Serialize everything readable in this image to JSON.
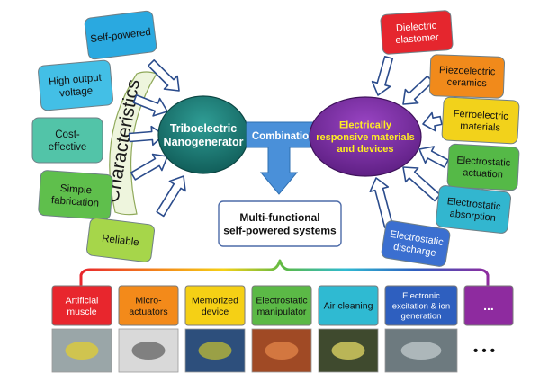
{
  "center_left": {
    "line1": "Triboelectric",
    "line2": "Nanogenerator",
    "fill": "#18736d"
  },
  "center_right": {
    "line1": "Electrically",
    "line2": "responsive materials",
    "line3": "and devices",
    "fill": "#7a2ba3",
    "text_color": "#ffee22"
  },
  "combination": {
    "label": "Combination",
    "fill": "#4a90d9"
  },
  "arc_label": "Characteristics",
  "characteristics": [
    {
      "lines": [
        "Self-powered"
      ],
      "color": "#2aa9e0"
    },
    {
      "lines": [
        "High output",
        "voltage"
      ],
      "color": "#43bfe6"
    },
    {
      "lines": [
        "Cost-",
        "effective"
      ],
      "color": "#52c4a8"
    },
    {
      "lines": [
        "Simple",
        "fabrication"
      ],
      "color": "#5fbf4c"
    },
    {
      "lines": [
        "Reliable"
      ],
      "color": "#a6d64a"
    }
  ],
  "materials": [
    {
      "lines": [
        "Dielectric",
        "elastomer"
      ],
      "color": "#e5262e"
    },
    {
      "lines": [
        "Piezoelectric",
        "ceramics"
      ],
      "color": "#f18a1b"
    },
    {
      "lines": [
        "Ferroelectric",
        "materials"
      ],
      "color": "#f2d21b"
    },
    {
      "lines": [
        "Electrostatic",
        "actuation"
      ],
      "color": "#55b947"
    },
    {
      "lines": [
        "Electrostatic",
        "absorption"
      ],
      "color": "#32b6cf"
    },
    {
      "lines": [
        "Electrostatic",
        "discharge"
      ],
      "color": "#3b6fd0"
    }
  ],
  "systems_box": {
    "line1": "Multi-functional",
    "line2": "self-powered systems"
  },
  "applications": [
    {
      "lines": [
        "Artificial",
        "muscle"
      ],
      "color": "#e8262d"
    },
    {
      "lines": [
        "Micro-",
        "actuators"
      ],
      "color": "#f38a1a"
    },
    {
      "lines": [
        "Memorized",
        "device"
      ],
      "color": "#f5d015"
    },
    {
      "lines": [
        "Electrostatic",
        "manipulator"
      ],
      "color": "#5bb946"
    },
    {
      "lines": [
        "Air cleaning"
      ],
      "color": "#2fbad2"
    },
    {
      "lines": [
        "Electronic",
        "excitation & ion",
        "generation"
      ],
      "color": "#2e5fbf"
    },
    {
      "lines": [
        "..."
      ],
      "color": "#8e2b9f"
    }
  ],
  "trailing_dots": "• • •",
  "colors": {
    "arrow_fill": "#ffffff",
    "arrow_stroke": "#2b4c8c",
    "arc_fill": "#eef5dd",
    "arc_stroke": "#8fa95a"
  }
}
